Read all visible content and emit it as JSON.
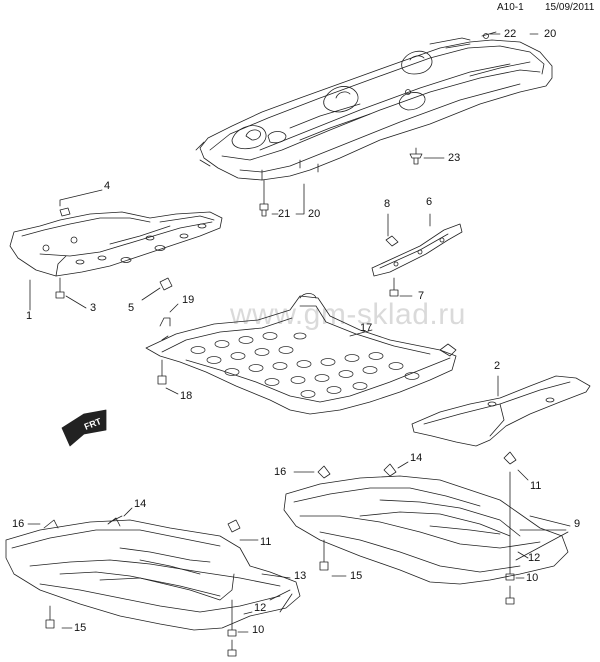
{
  "header": {
    "sheet_code": "A10-1",
    "date": "15/09/2011"
  },
  "watermark": "www.gm-sklad.ru",
  "frt_label": "FRT",
  "callouts": {
    "c1": "1",
    "c2": "2",
    "c3": "3",
    "c4": "4",
    "c5": "5",
    "c6": "6",
    "c7": "7",
    "c8": "8",
    "c9": "9",
    "c10a": "10",
    "c10b": "10",
    "c11a": "11",
    "c11b": "11",
    "c12a": "12",
    "c12b": "12",
    "c13": "13",
    "c14a": "14",
    "c14b": "14",
    "c15a": "15",
    "c15b": "15",
    "c16a": "16",
    "c16b": "16",
    "c17": "17",
    "c18": "18",
    "c19": "19",
    "c20a": "20",
    "c20b": "20",
    "c21": "21",
    "c22": "22",
    "c23": "23"
  }
}
